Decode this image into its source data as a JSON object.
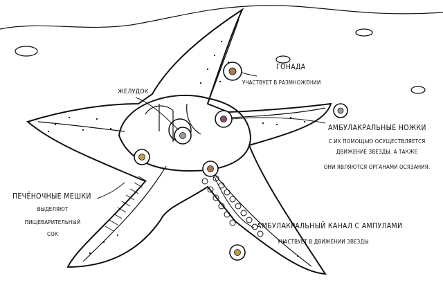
{
  "labels": {
    "stomach": "ЖЕЛУДОК",
    "gonad": {
      "title": "ГОНАДА",
      "desc": "УЧАСТВУЕТ В РАЗМНОЖЕНИИ"
    },
    "tube_feet": {
      "title": "АМБУЛАКРАЛЬНЫЕ НОЖКИ",
      "desc": [
        "С ИХ ПОМОЩЬЮ ОСУЩЕСТВЛЯЕТСЯ",
        "ДВИЖЕНИЕ ЗВЕЗДЫ. А ТАКЖЕ",
        "ОНИ ЯВЛЯЮТСЯ ОРГАНАМИ ОСЯЗАНИЯ."
      ]
    },
    "liver_pouches": {
      "title": "ПЕЧЁНОЧНЫЕ МЕШКИ",
      "desc": [
        "ВЫДЕЛЯЮТ",
        "ПИЩЕВАРИТЕЛЬНЫЙ",
        "СОК"
      ]
    },
    "ambulacral_canal": {
      "title": "АМБУЛАКРАЛЬНЫЙ КАНАЛ С АМПУЛАМИ",
      "desc": "УЧАСТВУЕТ В ДВИЖЕНИИ ЗВЕЗДЫ"
    }
  },
  "colors": {
    "ink": "#111111",
    "dot_purple": "#8e4a7a",
    "dot_olive": "#b7a24a",
    "dot_brown": "#b07a4e",
    "dot_gray": "#9a9a9a"
  }
}
